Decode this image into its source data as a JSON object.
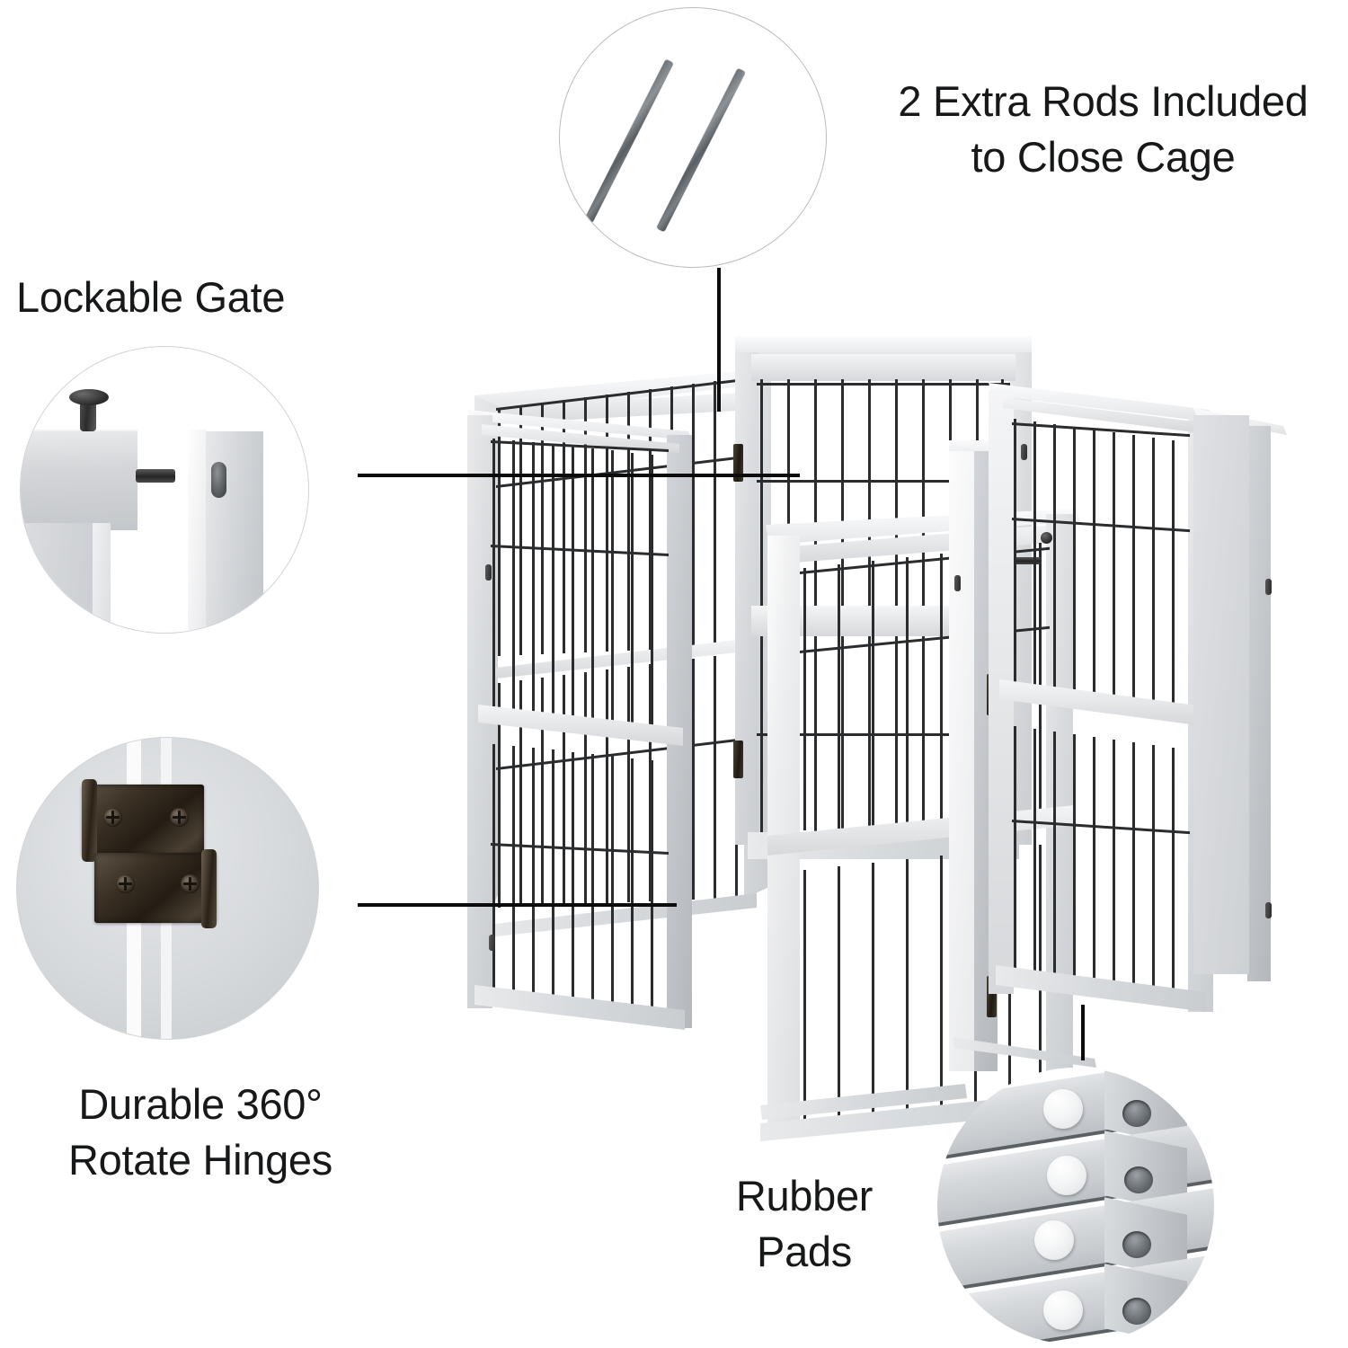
{
  "page": {
    "title": "Freestanding Folding Wooden Pet Gate Feature Infographic",
    "background_color": "#ffffff",
    "text_color": "#16181a",
    "panel_color": "#d7dadd",
    "bar_color": "#2a2c2e",
    "hinge_color": "#2a2219"
  },
  "callouts": [
    {
      "id": "rods",
      "label": "2 Extra Rods Included\nto Close Cage",
      "inset_icon": "two-rods-icon",
      "inset_shape": "ellipse",
      "leader": "vertical"
    },
    {
      "id": "lockable-gate",
      "label": "Lockable Gate",
      "inset_icon": "gate-latch-icon",
      "inset_shape": "circle",
      "leader": "horizontal"
    },
    {
      "id": "hinges",
      "label": "Durable 360°\nRotate Hinges",
      "inset_icon": "hinge-pair-icon",
      "inset_shape": "circle",
      "leader": "horizontal"
    },
    {
      "id": "rubber-pads",
      "label": "Rubber\nPads",
      "inset_icon": "rubber-pads-icon",
      "inset_shape": "circle",
      "leader": "vertical"
    }
  ],
  "product": {
    "name": "folding-wooden-pet-gate",
    "panel_count": 5,
    "has_walk_through_gate": true,
    "arrangement": "hexagonal-freestanding"
  }
}
